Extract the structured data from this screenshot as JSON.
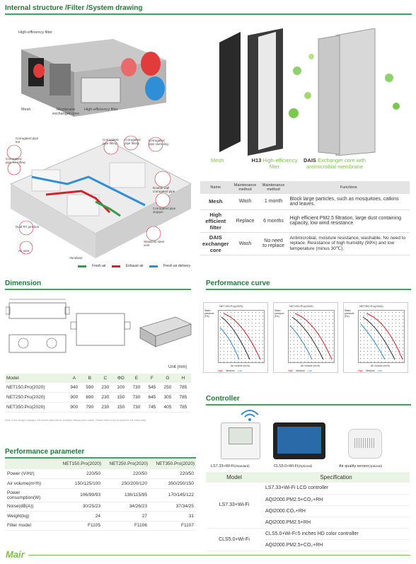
{
  "sections": {
    "internal": "Internal structure /Filter /System drawing",
    "dimension": "Dimension",
    "performance_curve": "Performance curve",
    "controller": "Controller",
    "performance_parameter": "Performance parameter"
  },
  "structure_labels": {
    "top_filter": "High-efficiency filter",
    "mesh": "Mesh",
    "membrane": "Membrane exchanger core",
    "bottom_filter": "High-efficiency filter"
  },
  "system_labels": [
    "Corrugated pipe tee",
    "Corrugated pipe for inflow",
    "Corrugated pipe fitting",
    "Corrugated pipe fitting",
    "Corrugated pipe clamping",
    "Double wall corrugated pipe",
    "Corrugated pipe stopper",
    "Dual RT junction",
    "Air vent",
    "Ventilator",
    "Stainless steel vent"
  ],
  "legend": [
    "Fresh air",
    "Exhaust air",
    "Fresh air delivery"
  ],
  "filters": {
    "mesh": "Mesh",
    "h13_bold": "H13",
    "h13_rest": "High-efficiency filter",
    "dais_bold": "DAIS",
    "dais_rest": "Exchanger core with antimicrobial membrane"
  },
  "maintenance": {
    "headers": [
      "Name",
      "Maintenance method",
      "Maintenance method",
      "Functions"
    ],
    "rows": [
      [
        "Mesh",
        "Wash",
        "1 month",
        "Block large particles, such as mosquitoes, catkins and leaves."
      ],
      [
        "High efficient filter",
        "Replace",
        "6 months",
        "High efficient PM2.5 filtration, large dust containing capacity, low wind resistance"
      ],
      [
        "DAIS exchanger core",
        "Wash",
        "No need to replace",
        "Antimicrobial, moisture resistance, washable. No need to replace. Resistance of high humidity (99%) and low temperature (minus 30℃)."
      ]
    ]
  },
  "dimension": {
    "unit": "Unit (mm)",
    "headers": [
      "Model",
      "A",
      "B",
      "C",
      "ΦD",
      "E",
      "F",
      "G",
      "H"
    ],
    "rows": [
      [
        "NET150.Pro(2020)",
        "940",
        "590",
        "230",
        "100",
        "730",
        "545",
        "250",
        "785"
      ],
      [
        "NET250.Pro(2020)",
        "900",
        "690",
        "230",
        "150",
        "730",
        "645",
        "305",
        "785"
      ],
      [
        "NET350.Pro(2020)",
        "900",
        "790",
        "230",
        "150",
        "730",
        "745",
        "405",
        "785"
      ]
    ],
    "note": "Note: if the design changes, the above data will be modified without prior notice. Please refer to the product for the exact data."
  },
  "curves": {
    "titles": [
      "NET150.Pro(2020)",
      "NET250.Pro(2020)",
      "NET350.Pro(2020)"
    ],
    "ylabel": "Static pressure (Pa)",
    "xlabel": "Air volume (m³/h)",
    "legend": [
      "High",
      "Medium",
      "Low"
    ]
  },
  "performance": {
    "headers": [
      "",
      "NET150.Pro(2020)",
      "NET250.Pro(2020)",
      "NET350.Pro(2020)"
    ],
    "rows": [
      [
        "Power (V/Hz)",
        "220/50",
        "220/50",
        "220/50"
      ],
      [
        "Air volume(m³/h)",
        "150/125/100",
        "250/200/120",
        "350/250/150"
      ],
      [
        "Power consumption(W)",
        "106/99/93",
        "136/115/95",
        "170/145/122"
      ],
      [
        "Noise(dB(A))",
        "30/25/23",
        "34/26/23",
        "37/34/25"
      ],
      [
        "Weight(kg)",
        "24",
        "27",
        "31"
      ],
      [
        "Filter model",
        "F1105",
        "F1106",
        "F1107"
      ]
    ]
  },
  "controller": {
    "captions": [
      "LS7.33+Wi-Fi",
      "(Standard)",
      "CLS5.0+Wi-Fi",
      "(Optional)",
      "Air quality sensor",
      "(optional)"
    ],
    "headers": [
      "Model",
      "Specification"
    ],
    "ls7_model": "LS7.33+Wi-Fi",
    "ls7_specs": [
      "LS7.33+Wi-Fi LCD controller",
      "AQI2000.PM2.5+CO₂+RH",
      "AQI2000.CO₂+RH",
      "AQI2000.PM2.5+RH"
    ],
    "cls_model": "CLS5.0+Wi-Fi",
    "cls_specs": [
      "CLS5.0+Wi-Fi:5 inches HD color controller",
      "AQI2000.PM2.5+CO₂+RH"
    ]
  },
  "brand": "Mair",
  "colors": {
    "green": "#1f7a3c",
    "fresh": "#2e9e4a",
    "exhaust": "#d2232a",
    "delivery": "#2f8fd6"
  }
}
